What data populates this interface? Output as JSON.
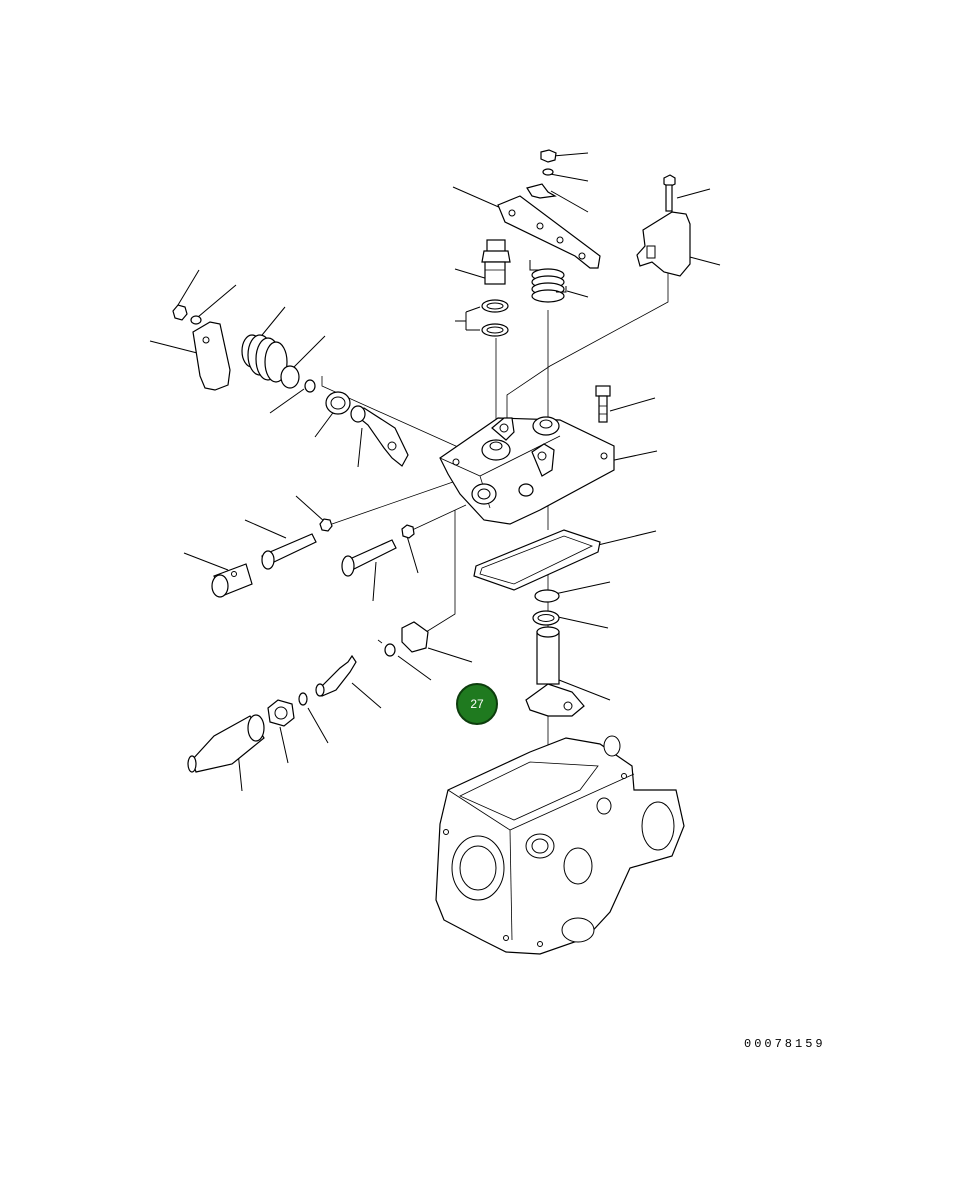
{
  "diagram": {
    "drawing_number": "00078159",
    "callout": {
      "label": "27",
      "color": "#1f7a1f"
    },
    "icon": "exploded-parts-diagram"
  }
}
